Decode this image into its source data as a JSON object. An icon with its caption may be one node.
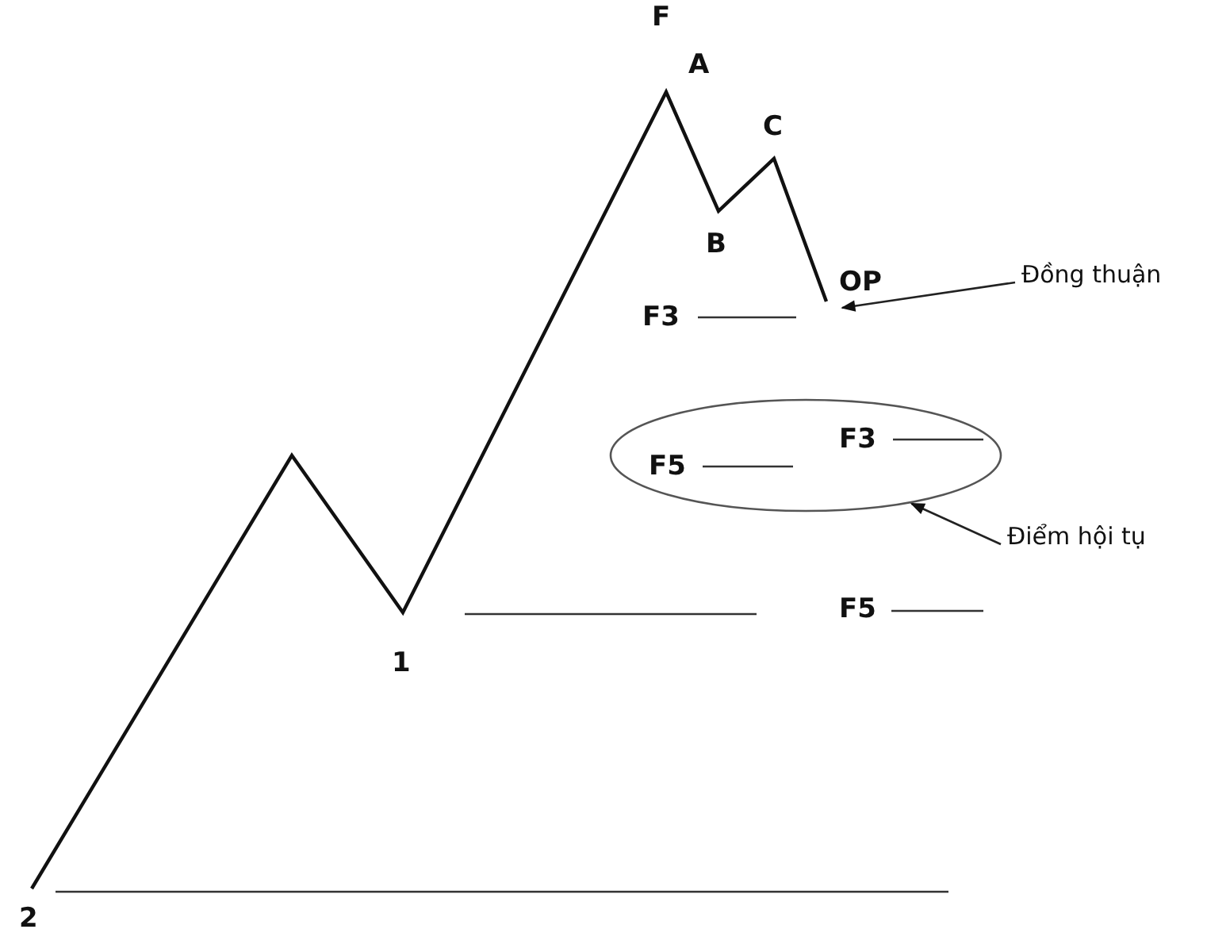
{
  "diagram": {
    "nodes": [
      {
        "text": [
          "OP"
        ]
      },
      {
        "text": [
          "Đồng thuận"
        ]
      },
      {
        "text": [
          "F5",
          "F3"
        ]
      },
      {
        "text": [
          "Điểm hội tụ"
        ]
      }
    ],
    "edges": [
      {
        "from": 1,
        "to": 0,
        "arrow": "to"
      },
      {
        "from": 3,
        "to": 2,
        "arrow": "to"
      }
    ],
    "labels": [
      "F",
      "A",
      "C",
      "B",
      "F3",
      "F5",
      "1",
      "2"
    ]
  }
}
